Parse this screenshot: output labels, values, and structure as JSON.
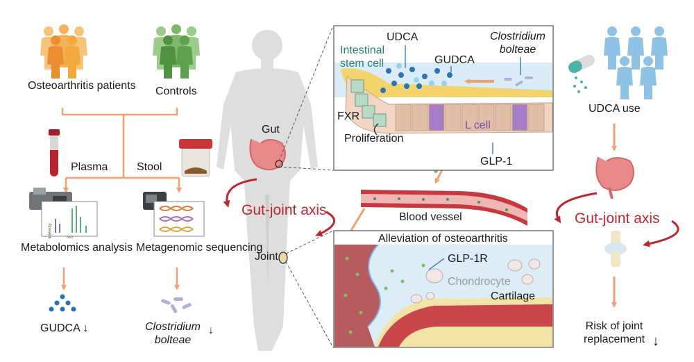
{
  "left_panel": {
    "patients_label": "Osteoarthritis patients",
    "controls_label": "Controls",
    "plasma_label": "Plasma",
    "stool_label": "Stool",
    "metabolomics_label": "Metabolomics analysis",
    "metagenomic_label": "Metagenomic sequencing",
    "gudca_result": "GUDCA ↓",
    "clostridium_result": "Clostridium bolteae",
    "clostridium_arrow": "↓",
    "chart_intensity": "Intensity",
    "chart_mz": "m/z"
  },
  "center": {
    "gut_label": "Gut",
    "joint_label": "Joint",
    "axis_label": "Gut-joint axis",
    "blood_vessel_label": "Blood vessel"
  },
  "gut_inset": {
    "udca": "UDCA",
    "clostridium": "Clostridium bolteae",
    "stem_cell": "Intestinal stem cell",
    "gudca": "GUDCA",
    "fxr": "FXR",
    "proliferation": "Proliferation",
    "l_cell": "L cell",
    "glp1": "GLP-1"
  },
  "joint_inset": {
    "title": "Alleviation of osteoarthritis",
    "glp1r": "GLP-1R",
    "chondrocyte": "Chondrocyte",
    "cartilage": "Cartilage"
  },
  "right_panel": {
    "udca_use": "UDCA use",
    "axis_label": "Gut-joint axis",
    "risk_label": "Risk of joint replacement",
    "risk_arrow": "↓"
  },
  "colors": {
    "arrow_orange": "#f2a072",
    "axis_red": "#c0262d",
    "people_orange": "#f3a93c",
    "people_green": "#5fa04e",
    "people_blue": "#8ec3e6",
    "gudca_dots": "#2b73b5",
    "green_dots": "#7cc06a"
  }
}
